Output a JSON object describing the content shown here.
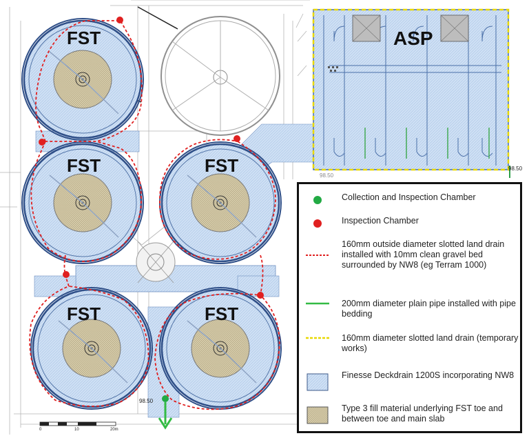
{
  "tanks": {
    "fst_1": "FST",
    "fst_2": "FST",
    "fst_3": "FST",
    "fst_4": "FST",
    "fst_5": "FST",
    "asp": "ASP"
  },
  "levels": {
    "asp_corner": "98.50",
    "asp_bottom": "98.50",
    "outlet": "98.50"
  },
  "scale_bar": {
    "tick_0": "0",
    "tick_10": "10",
    "tick_20": "20m"
  },
  "legend": {
    "items": [
      {
        "label": "Collection and Inspection Chamber",
        "symbol": "green-dot",
        "color": "#22aa44"
      },
      {
        "label": "Inspection Chamber",
        "symbol": "red-dot",
        "color": "#e02020"
      },
      {
        "label": "160mm outside diameter slotted land drain installed with 10mm clean gravel bed surrounded by NW8 (eg Terram 1000)",
        "symbol": "red-dashed-line",
        "color": "#e02020"
      },
      {
        "label": "200mm diameter plain pipe installed with pipe bedding",
        "symbol": "green-line",
        "color": "#33bb44"
      },
      {
        "label": "160mm diameter slotted land drain (temporary works)",
        "symbol": "yellow-dashed-line",
        "color": "#e8d800"
      },
      {
        "label": "Finesse Deckdrain 1200S incorporating NW8",
        "symbol": "blue-hatch-box",
        "color": "#cfe0f4"
      },
      {
        "label": "Type 3 fill material underlying FST toe and between toe and main slab",
        "symbol": "tan-hatch-box",
        "color": "#d6ccaa"
      }
    ]
  }
}
